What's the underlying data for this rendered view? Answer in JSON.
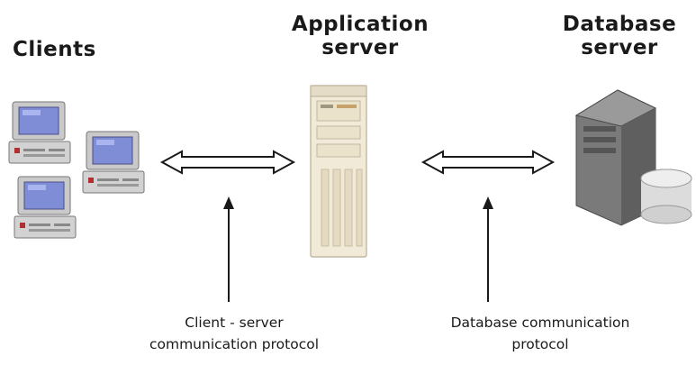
{
  "headings": {
    "clients": "Clients",
    "application_server": "Application\nserver",
    "database_server": "Database\nserver"
  },
  "captions": {
    "client_server_protocol": "Client - server\ncommunication protocol",
    "database_protocol": "Database communication\nprotocol"
  },
  "icons": {
    "clients": "desktop-computer-icon",
    "application_server": "tower-server-icon",
    "database_server": "database-server-icon"
  },
  "colors": {
    "monitor_screen": "#7f8cd6",
    "computer_body": "#c8c8c8",
    "server_tower": "#f2ead8",
    "db_server": "#7a7a7a",
    "arrow": "#1a1a1a"
  }
}
